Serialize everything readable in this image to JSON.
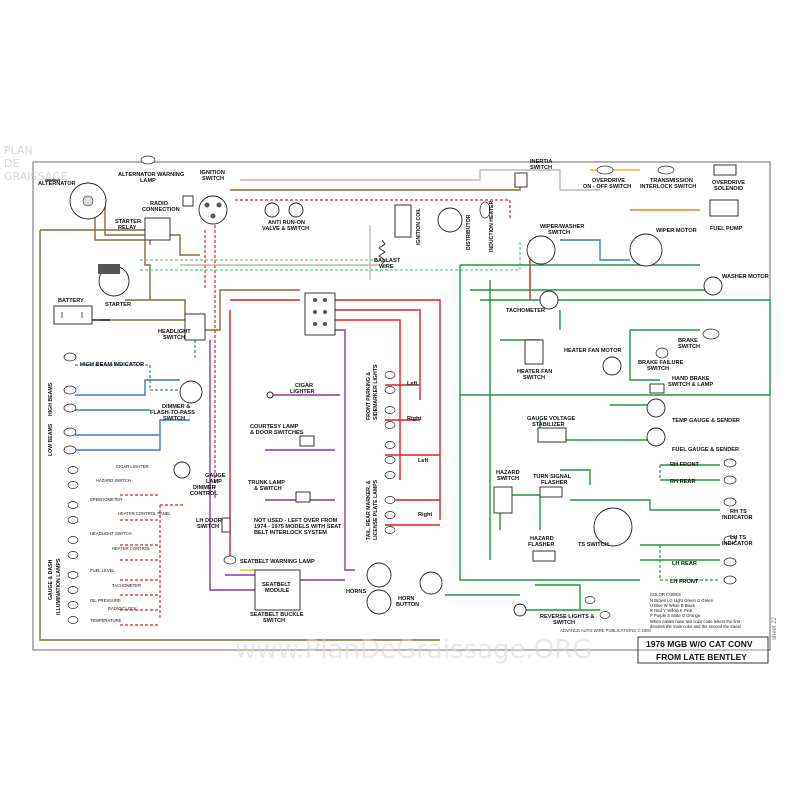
{
  "title_block": {
    "line1": "1976 MGB W/O CAT CONV",
    "line2": "FROM LATE BENTLEY",
    "publisher": "ADVANCE AUTO WIRE PUBLICATIONS © 2000",
    "sheet": "sheet 22"
  },
  "watermark": {
    "logo_line1": "PLAN",
    "logo_line2": "DE",
    "logo_line3": "GRAISSAGE",
    "site": "www.PlanDeGraissage.ORG"
  },
  "labels": {
    "alternator": "ALTERNATOR",
    "alt_warning_1": "ALTERNATOR WARNING",
    "alt_warning_2": "LAMP",
    "radio_1": "RADIO",
    "radio_2": "CONNECTION",
    "ignition_1": "IGNITION",
    "ignition_2": "SWITCH",
    "starter_relay_1": "STARTER",
    "starter_relay_2": "RELAY",
    "anti_runon_1": "ANTI RUN-ON",
    "anti_runon_2": "VALVE & SWITCH",
    "inertia_1": "INERTIA",
    "inertia_2": "SWITCH",
    "overdrive_sw_1": "OVERDRIVE",
    "overdrive_sw_2": "ON - OFF SWITCH",
    "transmission_1": "TRANSMISSION",
    "transmission_2": "INTERLOCK SWITCH",
    "od_solenoid_1": "OVERDRIVE",
    "od_solenoid_2": "SOLENOID",
    "fuel_pump": "FUEL PUMP",
    "ballast_1": "BALLAST",
    "ballast_2": "WIRE",
    "ignition_coil": "IGNITION COIL",
    "distributor": "DISTRIBUTOR",
    "induction_heater": "INDUCTION HEATER",
    "wiper_washer_1": "WIPER/WASHER",
    "wiper_washer_2": "SWITCH",
    "wiper_motor": "WIPER MOTOR",
    "washer_motor": "WASHER MOTOR",
    "starter": "STARTER",
    "battery": "BATTERY",
    "tachometer": "TACHOMETER",
    "headlight_sw_1": "HEADLIGHT",
    "headlight_sw_2": "SWITCH",
    "high_beam_ind": "HIGH BEAM INDICATOR",
    "high_beams": "HIGH BEAMS",
    "low_beams": "LOW BEAMS",
    "dimmer_1": "DIMMER &",
    "dimmer_2": "FLASH-TO-PASS",
    "dimmer_3": "SWITCH",
    "cigar_1": "CIGAR",
    "cigar_2": "LIGHTER",
    "courtesy_1": "COURTESY LAMP",
    "courtesy_2": "& DOOR SWITCHES",
    "front_parking_1": "FRONT PARKING &",
    "front_parking_2": "SIDEMARKER LIGHTS",
    "left": "Left",
    "right": "Right",
    "heater_fan_motor": "HEATER FAN MOTOR",
    "heater_fan_sw_1": "HEATER FAN",
    "heater_fan_sw_2": "SWITCH",
    "brake_sw_1": "BRAKE",
    "brake_sw_2": "SWITCH",
    "brake_fail_1": "BRAKE FAILURE",
    "brake_fail_2": "SWITCH",
    "hand_brake_1": "HAND BRAKE",
    "hand_brake_2": "SWITCH & LAMP",
    "gauge_volt_1": "GAUGE VOLTAGE",
    "gauge_volt_2": "STABILIZER",
    "temp_gauge": "TEMP GAUGE & SENDER",
    "fuel_gauge": "FUEL GAUGE & SENDER",
    "rh_front": "RH FRONT",
    "rh_rear": "RH REAR",
    "rh_ts_1": "RH TS",
    "rh_ts_2": "INDICATOR",
    "lh_ts_1": "LH TS",
    "lh_ts_2": "INDICATOR",
    "lh_rear": "LH REAR",
    "lh_front": "LH FRONT",
    "hazard_sw_1": "HAZARD",
    "hazard_sw_2": "SWITCH",
    "turn_flasher_1": "TURN SIGNAL",
    "turn_flasher_2": "FLASHER",
    "hazard_flasher_1": "HAZARD",
    "hazard_flasher_2": "FLASHER",
    "ts_switch": "TS SWITCH",
    "gauge_dimmer_1": "GAUGE",
    "gauge_dimmer_2": "LAMP",
    "gauge_dimmer_3": "DIMMER",
    "gauge_dimmer_4": "CONTROL",
    "trunk_1": "TRUNK LAMP",
    "trunk_2": "& SWITCH",
    "lh_door_1": "LH DOOR",
    "lh_door_2": "SWITCH",
    "not_used_1": "NOT USED - LEFT OVER FROM",
    "not_used_2": "1974 - 1975 MODELS WITH SEAT",
    "not_used_3": "BELT INTERLOCK SYSTEM",
    "seatbelt_warn": "SEATBELT WARNING LAMP",
    "seatbelt_mod_1": "SEATBELT",
    "seatbelt_mod_2": "MODULE",
    "seatbelt_buckle_1": "SEATBELT BUCKLE",
    "seatbelt_buckle_2": "SWITCH",
    "horns": "HORNS",
    "horn_btn_1": "HORN",
    "horn_btn_2": "BUTTON",
    "tail_rear_1": "TAIL, REAR MARKER, &",
    "tail_rear_2": "LICENSE PLATE LAMPS",
    "reverse_1": "REVERSE LIGHTS &",
    "reverse_2": "SWITCH",
    "gauge_dash_1": "GAUGE & DASH",
    "gauge_dash_2": "ILLUMINATION LAMPS",
    "cigar_illum": "CIGAR LIGHTER",
    "hazard_illum": "HAZARD SWITCH",
    "speedo_illum": "SPEEDOMETER",
    "heater_ctrl_illum": "HEATER CONTROL PANEL",
    "headlight_illum": "HEADLIGHT SWITCH",
    "heater_control_illum": "HEATER CONTROL",
    "fuel_level_illum": "FUEL LEVEL",
    "tachometer_illum": "TACHOMETER",
    "oil_pressure_illum": "OIL PRESSURE",
    "radio_illum": "RADIO/CLOCK",
    "temperature_illum": "TEMPERATURE"
  },
  "color_codes": {
    "heading": "COLOR CODES",
    "rows": [
      "N  Brown    LG  Light Green    G  Green",
      "U  Blue     W   White          B  Black",
      "R  Red      Y   Yellow         K  Pink",
      "P  Purple   S   Slate          O  Orange"
    ],
    "note_1": "When cables have two color code letters the first",
    "note_2": "denotes the main color and the second the tracer"
  },
  "wire_colors": {
    "brown": "#8a6a3a",
    "red": "#e02020",
    "green": "#1a9a3a",
    "purple": "#8a3a9a",
    "blue": "#3a7ac8",
    "light_green": "#66cc88",
    "black": "#222222",
    "white_grey": "#b8b8b8",
    "yellow": "#e8c020",
    "orange": "#e88020"
  }
}
